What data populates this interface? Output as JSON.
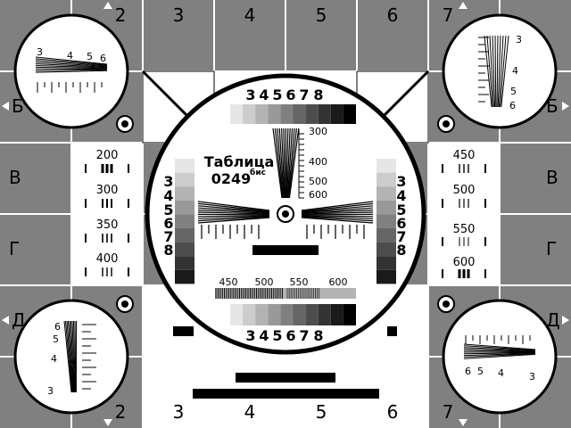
{
  "grid": {
    "top_numbers": [
      "2",
      "3",
      "4",
      "5",
      "6",
      "7"
    ],
    "bottom_numbers": [
      "2",
      "3",
      "4",
      "5",
      "6",
      "7"
    ],
    "left_letters": [
      "Б",
      "В",
      "Г",
      "Д"
    ],
    "right_letters": [
      "Б",
      "В",
      "Г",
      "Д"
    ]
  },
  "title": {
    "line1": "Таблица",
    "line2": "0249",
    "superscript": "бис"
  },
  "gray_scale_numbers": [
    "3",
    "4",
    "5",
    "6",
    "7",
    "8"
  ],
  "side_scale_numbers": [
    "3",
    "4",
    "5",
    "6",
    "7",
    "8"
  ],
  "center_wedge_labels": [
    "300",
    "400",
    "500",
    "600"
  ],
  "bottom_band_labels": [
    "450",
    "500",
    "550",
    "600"
  ],
  "left_panel_labels": [
    "200",
    "300",
    "350",
    "400"
  ],
  "right_panel_labels": [
    "450",
    "500",
    "550",
    "600"
  ],
  "circle_tl_labels": [
    "3",
    "4",
    "5",
    "6"
  ],
  "circle_tr_labels": [
    "3",
    "4",
    "5",
    "6"
  ],
  "circle_bl_labels": [
    "6",
    "5",
    "4",
    "3"
  ],
  "circle_br_labels": [
    "6",
    "5",
    "4",
    "3"
  ],
  "colors": {
    "background": "#808080",
    "grid_line": "#ffffff",
    "ink": "#000000",
    "paper": "#ffffff"
  }
}
